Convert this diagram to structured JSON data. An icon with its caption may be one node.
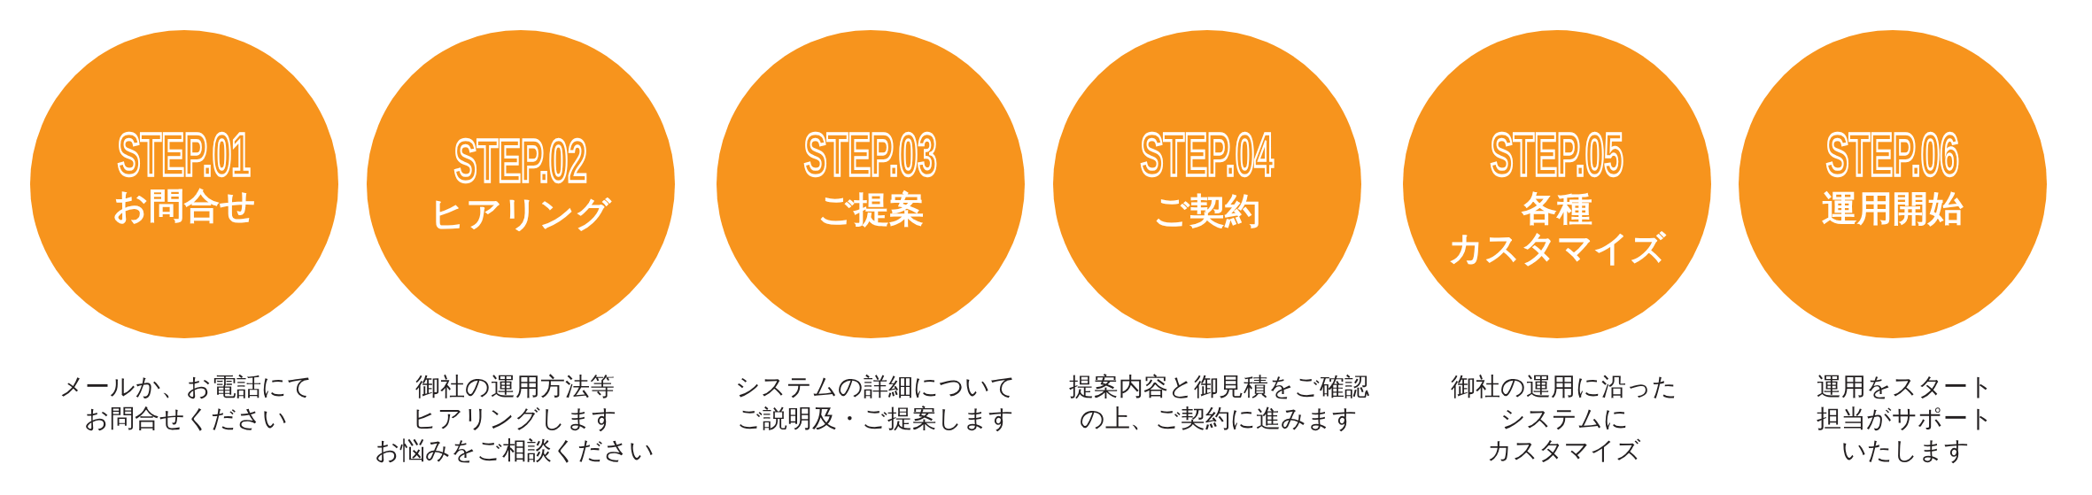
{
  "diagram": {
    "nodes": [
      {
        "text": [
          "STEP.01",
          "お問合せ"
        ],
        "beside": [
          "メールか、お電話にてお問合せください"
        ]
      },
      {
        "text": [
          "STEP.02",
          "ヒアリング"
        ],
        "beside": [
          "御社の運用方法等ヒアリングしますお悩みをご相談ください"
        ]
      },
      {
        "text": [
          "STEP.03",
          "ご提案"
        ],
        "beside": [
          "システムの詳細についてご説明及・ご提案します"
        ]
      },
      {
        "text": [
          "STEP.04",
          "ご契約"
        ],
        "beside": [
          "提案内容と御見積をご確認の上、ご契約に進みます"
        ]
      },
      {
        "text": [
          "STEP.05",
          "各種カスタマイズ"
        ],
        "beside": [
          "御社の運用に沿ったシステムにカスタマイズ"
        ]
      },
      {
        "text": [
          "STEP.06",
          "運用開始"
        ],
        "beside": [
          "運用をスタート担当がサポートいたします"
        ]
      }
    ]
  }
}
